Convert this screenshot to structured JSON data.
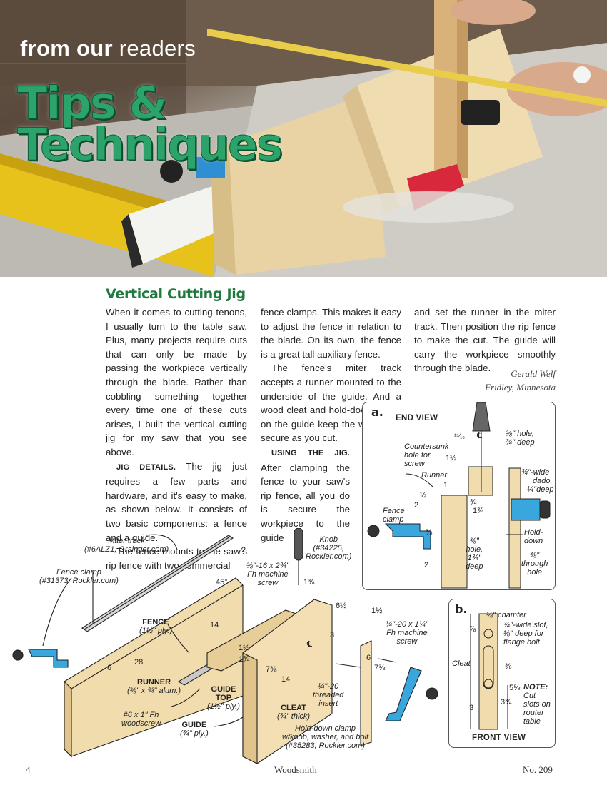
{
  "header": {
    "kicker_bold": "from our",
    "kicker_rest": "readers",
    "title_line1": "Tips &",
    "title_line2": "Techniques"
  },
  "article": {
    "headline": "Vertical Cutting Jig",
    "col1": {
      "p1": "When it comes to cutting tenons, I usually turn to the table saw. Plus, many projects require cuts that can only be made by passing the workpiece vertically through the blade. Rather than cobbling something together every time one of these cuts arises, I built the vertical cutting jig for my saw that you see above.",
      "run_in": "JIG DETAILS.",
      "p2": " The jig just requires a few parts and hardware, and it's easy to make, as shown below. It consists of two basic components: a fence and a guide.",
      "p3": "The fence mounts to the saw's rip fence with two commercial"
    },
    "col2": {
      "p1": "fence clamps. This makes it easy to adjust the fence in relation to the blade. On its own, the fence is a great tall auxiliary fence.",
      "p2": "The fence's miter track accepts a runner mounted to the underside of the guide. And a wood cleat and hold-down clamp on the guide keep the workpiece secure as you cut.",
      "run_in": "USING THE JIG.",
      "p3": " After clamping the fence to your saw's rip fence, all you do is secure the workpiece to the guide"
    },
    "col3": {
      "p1": "and set the runner in the miter track. Then position the rip fence to make the cut. The guide will carry the workpiece smoothly through the blade."
    },
    "author": "Gerald Welf",
    "location": "Fridley, Minnesota"
  },
  "diagram_main": {
    "miter_track": "Miter track",
    "miter_track_src": "(#6ALZ1, Grainger.com)",
    "fence_clamp": "Fence clamp",
    "fence_clamp_src": "(#31373, Rockler.com)",
    "fence": "FENCE",
    "fence_mat": "(1½\" ply.)",
    "runner": "RUNNER",
    "runner_mat": "(⅜\" x ¾\" alum.)",
    "screw_small": "#6 x 1\" Fh",
    "screw_small2": "woodscrew",
    "guide": "GUIDE",
    "guide_mat": "(¾\" ply.)",
    "guide_top": "GUIDE",
    "guide_top2": "TOP",
    "guide_top_mat": "(1½\" ply.)",
    "knob": "Knob",
    "knob_src1": "(#34225,",
    "knob_src2": "Rockler.com)",
    "machine_screw1": "⅜\"-16 x 2¾\"",
    "machine_screw2": "Fh machine",
    "machine_screw3": "screw",
    "bolt1": "¼\"-20 x 1¼\"",
    "bolt2": "Fh machine",
    "bolt3": "screw",
    "insert1": "¼\"-20",
    "insert2": "threaded",
    "insert3": "insert",
    "cleat": "CLEAT",
    "cleat_mat": "(¾\" thick)",
    "holddown1": "Hold-down clamp",
    "holddown2": "w/knob, washer, and bolt",
    "holddown3": "(#35283, Rockler.com)",
    "dims": {
      "d2": "2",
      "d45": "45°",
      "d28": "28",
      "d6": "6",
      "d14a": "14",
      "d1_3_8": "1⅜",
      "d6_1_2": "6½",
      "d1_1_2a": "1½",
      "d3": "3",
      "d1_1_2b": "1½",
      "d1_3_4": "1¾",
      "d7_3_8a": "7⅜",
      "d14b": "14",
      "d6c": "6",
      "d7_3_8b": "7⅜",
      "cl": "℄"
    }
  },
  "panel_a": {
    "tag": "a.",
    "title": "END VIEW",
    "countersunk1": "Countersunk",
    "countersunk2": "hole for",
    "countersunk3": "screw",
    "runner": "Runner",
    "fence_clamp1": "Fence",
    "fence_clamp2": "clamp",
    "hole1": "⅜\" hole,",
    "hole2": "¾\" deep",
    "dado1": "¾\"-wide",
    "dado2": "dado,",
    "dado3": "¼\"deep",
    "holddown1": "Hold-",
    "holddown2": "down",
    "hole_a1": "⅜\"",
    "hole_a2": "hole,",
    "hole_a3": "1¾\"",
    "hole_a4": "deep",
    "through1": "⅜\"",
    "through2": "through",
    "through3": "hole",
    "dims": {
      "d15_16": "¹⁵⁄₁₆",
      "d1_1_2": "1½",
      "d1": "1",
      "d1_2": "½",
      "d2": "2",
      "d3_8": "⅜",
      "d3_4": "¾",
      "d1_3_4": "1¾",
      "d2b": "2",
      "cl": "℄"
    }
  },
  "panel_b": {
    "tag": "b.",
    "chamfer": "⅛\" chamfer",
    "slot1": "¾\"-wide slot,",
    "slot2": "⅛\" deep for",
    "slot3": "flange bolt",
    "cleat": "Cleat",
    "note_title": "NOTE:",
    "note1": "Cut",
    "note2": "slots on",
    "note3": "router",
    "note4": "table",
    "title": "FRONT VIEW",
    "dims": {
      "d7_8": "⅞",
      "d3_8": "⅜",
      "d5_5_8": "5⅝",
      "d3_3_4": "3¾",
      "d3": "3"
    }
  },
  "footer": {
    "page": "4",
    "magazine": "Woodsmith",
    "issue": "No. 209"
  }
}
